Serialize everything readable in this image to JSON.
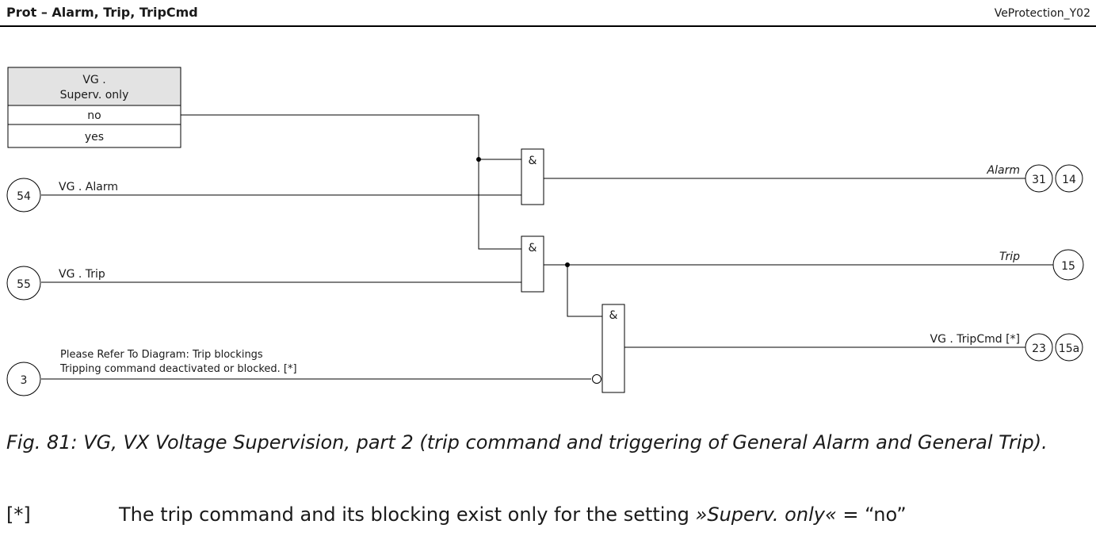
{
  "header": {
    "title": "Prot – Alarm, Trip, TripCmd",
    "reference": "VeProtection_Y02"
  },
  "setting_table": {
    "title_line1": "VG .",
    "title_line2": "Superv. only",
    "options": [
      "no",
      "yes"
    ]
  },
  "inputs": [
    {
      "number": "54",
      "label": "VG . Alarm"
    },
    {
      "number": "55",
      "label": "VG . Trip"
    },
    {
      "number": "3",
      "label_line1": "Please Refer To Diagram: Trip blockings",
      "label_line2": "Tripping command deactivated or blocked. [*]"
    }
  ],
  "gates": {
    "and_symbol": "&"
  },
  "outputs": [
    {
      "label": "Alarm",
      "refs": [
        "31",
        "14"
      ]
    },
    {
      "label": "Trip",
      "refs": [
        "15"
      ]
    },
    {
      "label": "VG . TripCmd [*]",
      "refs": [
        "23",
        "15a"
      ]
    }
  ],
  "caption": "Fig. 81: VG, VX Voltage Supervision, part 2 (trip command and triggering of General Alarm and General Trip).",
  "note": {
    "marker": "[*]",
    "text_before": "The trip command and its blocking exist only for the setting ",
    "setting_name": "»Superv. only«",
    "text_after": " = “no”"
  }
}
